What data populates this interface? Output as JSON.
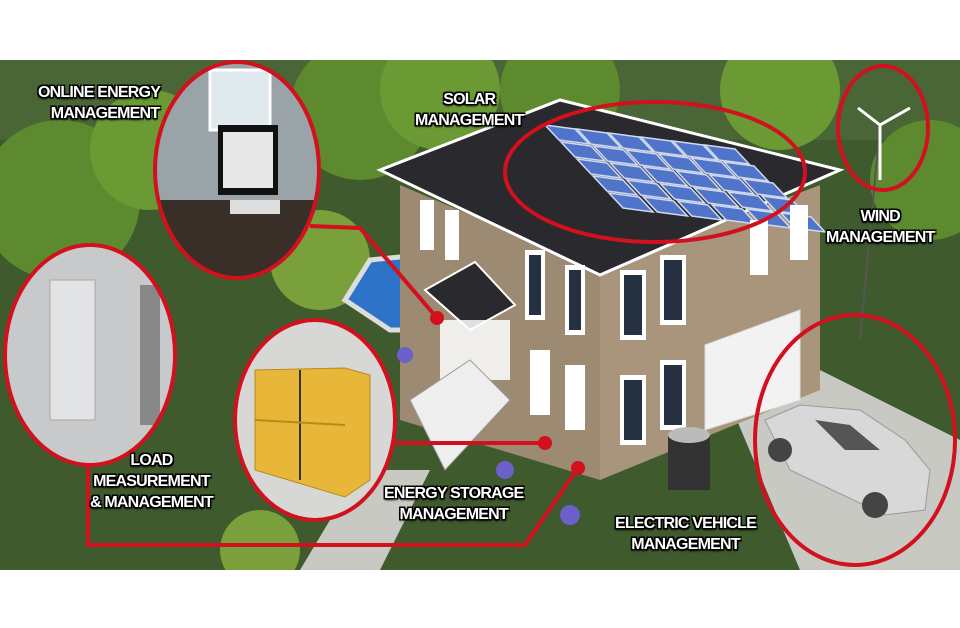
{
  "labels": {
    "online": {
      "line1": "ONLINE ENERGY",
      "line2": "MANAGEMENT"
    },
    "solar": {
      "line1": "SOLAR",
      "line2": "MANAGEMENT"
    },
    "wind": {
      "line1": "WIND",
      "line2": "MANAGEMENT"
    },
    "load": {
      "line1": "LOAD",
      "line2": "MEASUREMENT",
      "line3": "& MANAGEMENT"
    },
    "storage": {
      "line1": "ENERGY STORAGE",
      "line2": "MANAGEMENT"
    },
    "ev": {
      "line1": "ELECTRIC VEHICLE",
      "line2": "MANAGEMENT"
    }
  },
  "colors": {
    "accent": "#d2101e",
    "grass": "#3f5a2c",
    "siding": "#9c8a72",
    "roof": "#2a2a2e",
    "panel": "#4f74c9"
  }
}
